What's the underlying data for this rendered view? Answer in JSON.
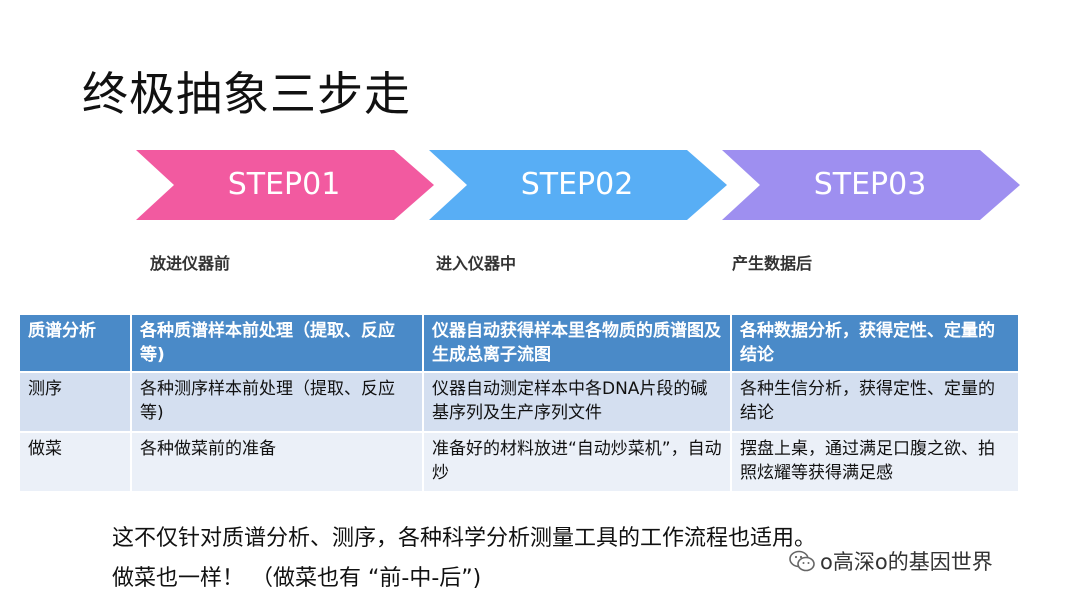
{
  "title": "终极抽象三步走",
  "steps": [
    {
      "label": "STEP01",
      "color": "#f25aa0"
    },
    {
      "label": "STEP02",
      "color": "#58aef5"
    },
    {
      "label": "STEP03",
      "color": "#9e8ff0"
    }
  ],
  "phases": [
    "放进仪器前",
    "进入仪器中",
    "产生数据后"
  ],
  "table": {
    "header": [
      "质谱分析",
      "各种质谱样本前处理（提取、反应等)",
      "仪器自动获得样本里各物质的质谱图及生成总离子流图",
      "各种数据分析，获得定性、定量的结论"
    ],
    "rows": [
      [
        "测序",
        "各种测序样本前处理（提取、反应等)",
        "仪器自动测定样本中各DNA片段的碱基序列及生产序列文件",
        "各种生信分析，获得定性、定量的结论"
      ],
      [
        "做菜",
        "各种做菜前的准备",
        "准备好的材料放进“自动炒菜机”，自动炒",
        "摆盘上桌，通过满足口腹之欲、拍照炫耀等获得满足感"
      ]
    ]
  },
  "footer": {
    "line1": "这不仅针对质谱分析、测序，各种科学分析测量工具的工作流程也适用。",
    "line2": "做菜也一样！ （做菜也有 “前-中-后”)"
  },
  "watermark": "o高深o的基因世界"
}
